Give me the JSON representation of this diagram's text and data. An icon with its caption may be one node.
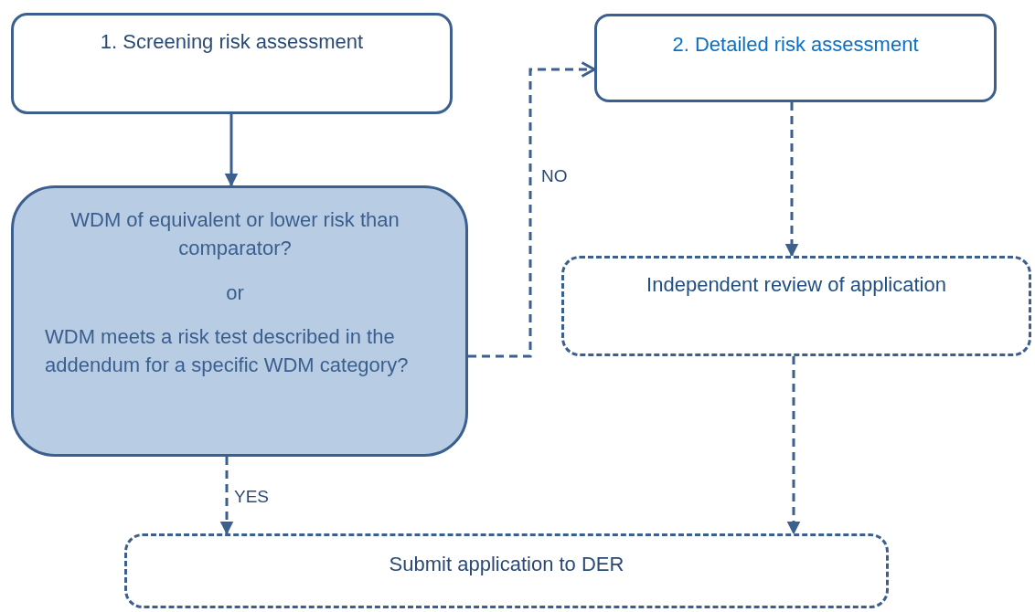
{
  "diagram": {
    "nodes": [
      {
        "text": [
          "1. Screening risk assessment"
        ]
      },
      {
        "text": [
          "2. Detailed risk assessment"
        ]
      },
      {
        "text": [
          "WDM of equivalent or lower risk than comparator?",
          "or",
          "WDM meets a risk test described in the addendum for a specific WDM category?"
        ]
      },
      {
        "text": [
          "Independent review of application"
        ]
      },
      {
        "text": [
          "Submit application to DER"
        ]
      }
    ],
    "edges": [
      {
        "from": 0,
        "to": 2,
        "arrow": "to"
      },
      {
        "from": 2,
        "to": 1,
        "arrow": "to",
        "label": "NO",
        "style": "dashed"
      },
      {
        "from": 1,
        "to": 3,
        "arrow": "to",
        "style": "dashed"
      },
      {
        "from": 2,
        "to": 4,
        "arrow": "to",
        "label": "YES",
        "style": "dashed"
      },
      {
        "from": 3,
        "to": 4,
        "arrow": "to",
        "style": "dashed"
      }
    ]
  }
}
